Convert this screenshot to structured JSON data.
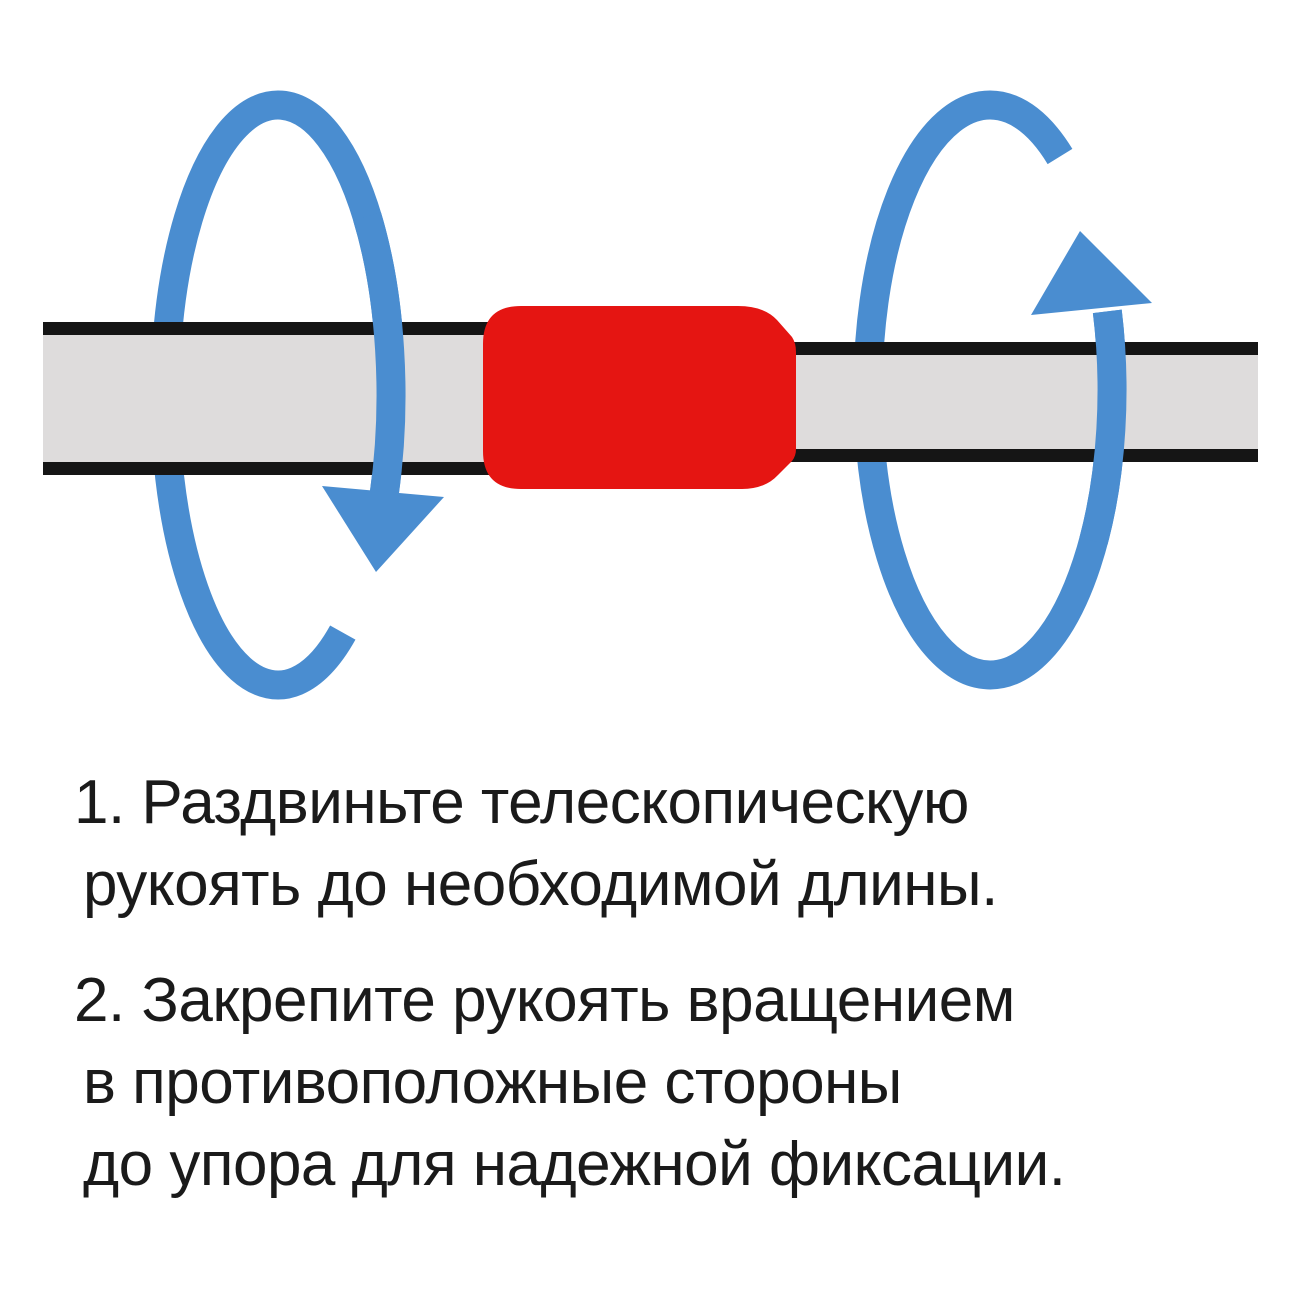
{
  "colors": {
    "background": "#FFFFFF",
    "blue": "#4A8DD0",
    "red": "#E51512",
    "tube_gray": "#DEDCDC",
    "tube_outline": "#151515",
    "text": "#1A1A1A"
  },
  "diagram": {
    "name": "telescopic handle locking diagram",
    "left_arrow_direction": "rotate-down",
    "right_arrow_direction": "rotate-up"
  },
  "instructions": {
    "item1": {
      "lines": [
        "1. Раздвиньте телескопическую",
        "рукоять до необходимой длины."
      ]
    },
    "item2": {
      "lines": [
        "2. Закрепите рукоять вращением",
        "в противоположные стороны",
        "до упора для надежной фиксации."
      ]
    }
  }
}
